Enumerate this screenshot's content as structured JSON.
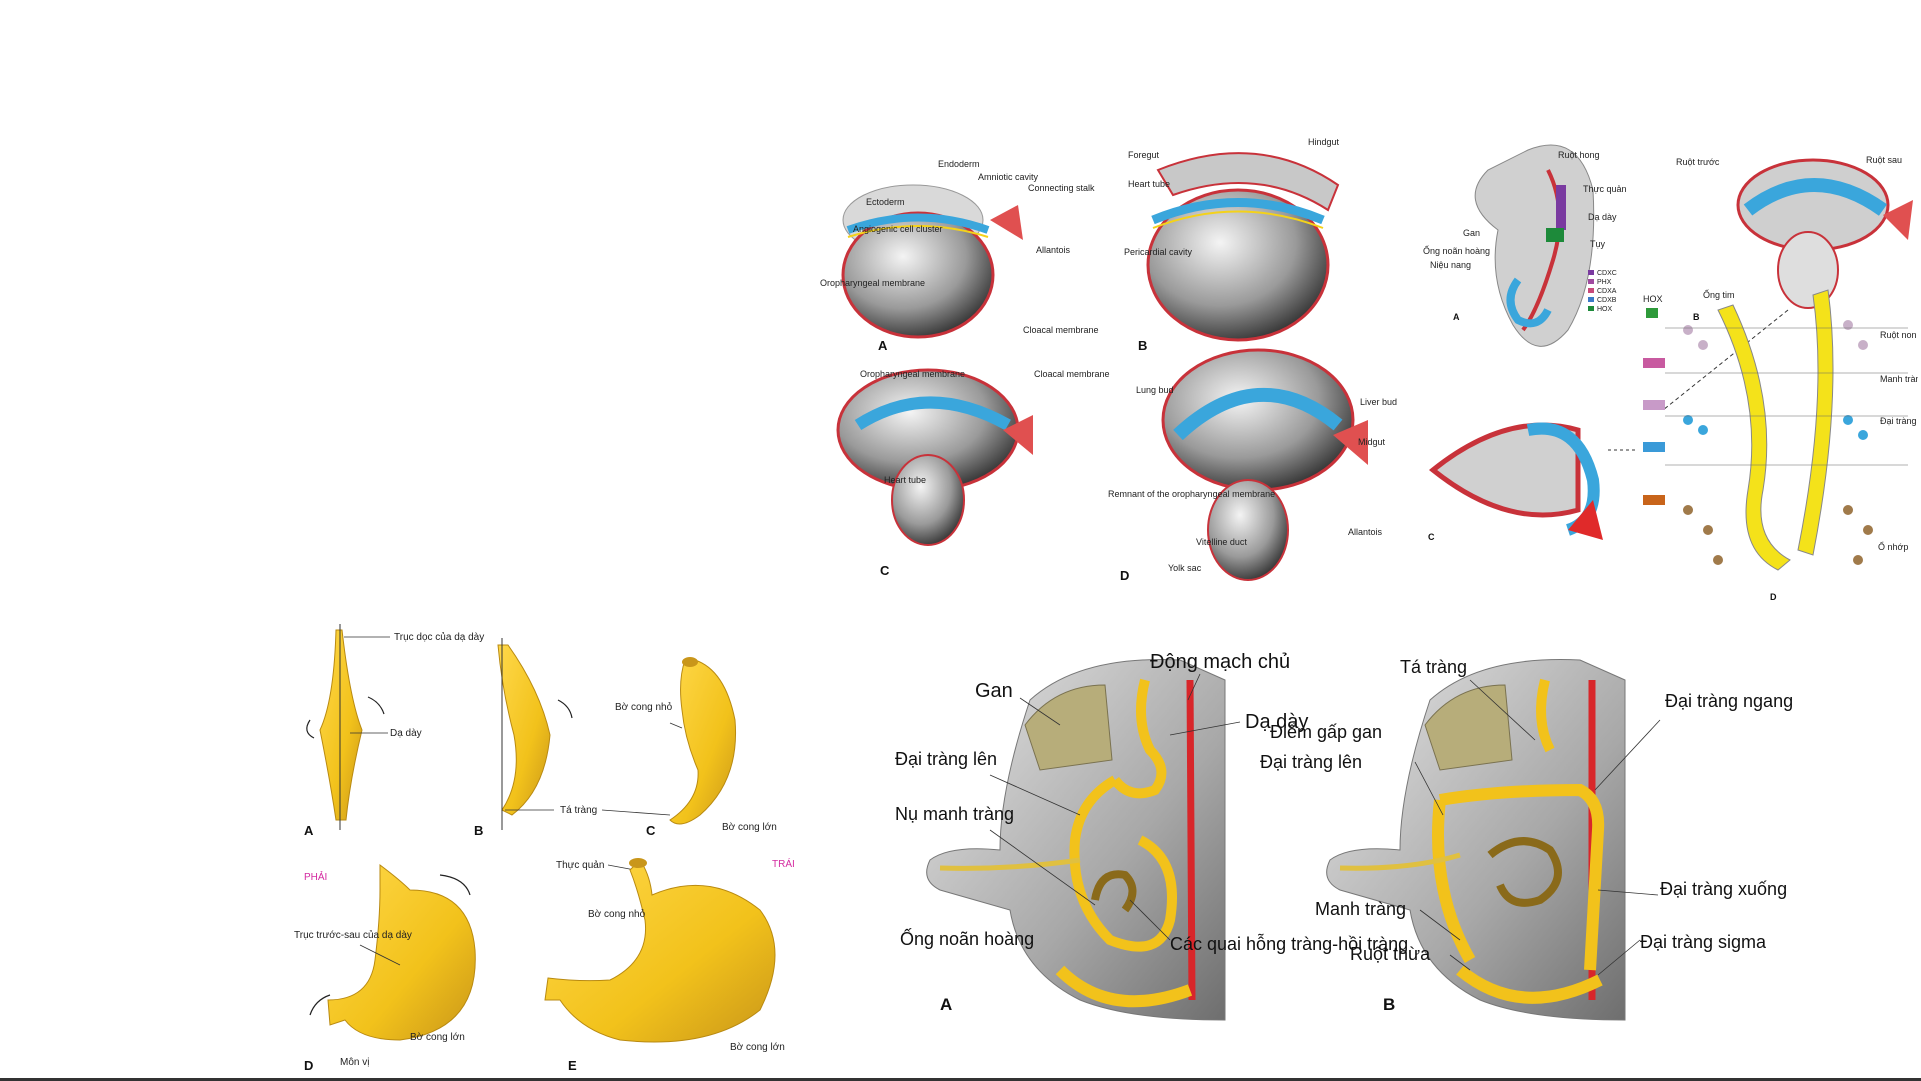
{
  "colors": {
    "stomach": "#f2c21b",
    "stomach_dark": "#c9961a",
    "endoderm": "#3aa6dc",
    "ectoderm": "#d8343a",
    "mesoderm_red": "#c8323a",
    "gut_yellow": "#f4d21a",
    "accent_magenta": "#d42aa0",
    "gray_shell": "#8a8a8a"
  },
  "panel_fold": {
    "labels": {
      "endoderm": "Endoderm",
      "amniotic": "Amniotic cavity",
      "ectoderm": "Ectoderm",
      "connecting": "Connecting stalk",
      "angiogenic": "Angiogenic cell cluster",
      "allantois": "Allantois",
      "oropharyngeal": "Oropharyngeal membrane",
      "cloacal": "Cloacal membrane",
      "hindgut": "Hindgut",
      "foregut": "Foregut",
      "heart_tube": "Heart tube",
      "pericardial": "Pericardial cavity",
      "oroph_c": "Oropharyngeal membrane",
      "cloacal_c": "Cloacal membrane",
      "heart_c": "Heart tube",
      "lung_bud": "Lung bud",
      "liver_bud": "Liver bud",
      "midgut": "Midgut",
      "remnant": "Remnant of the oropharyngeal membrane",
      "vitelline": "Vitelline duct",
      "allantois_d": "Allantois",
      "yolk_sac": "Yolk sac",
      "a": "A",
      "b": "B",
      "c": "C",
      "d": "D"
    }
  },
  "panel_hox": {
    "labels": {
      "ruot_hong": "Ruột hong",
      "thuc_quan": "Thực quản",
      "da_day": "Dạ dày",
      "gan": "Gan",
      "tuy": "Tụy",
      "ong_noan": "Ống noãn hoàng",
      "nieu_nang": "Niệu nang",
      "ruot_truoc": "Ruột trước",
      "ruot_sau": "Ruột sau",
      "ong_tim": "Ống tim",
      "hox": "HOX",
      "ruot_non": "Ruột non",
      "manh_trang": "Manh tràng",
      "dai_trang": "Đại tràng",
      "o_nhop": "Ổ nhớp",
      "a": "A",
      "b": "B",
      "c": "C",
      "d": "D"
    },
    "legend": [
      "CDXC",
      "PHX",
      "CDXA",
      "CDXB",
      "HOX"
    ]
  },
  "panel_stomach": {
    "labels": {
      "truc_doc": "Trục dọc của dạ dày",
      "da_day": "Dạ dày",
      "bo_cong_nho": "Bờ cong nhỏ",
      "ta_trang": "Tá tràng",
      "bo_cong_lon": "Bờ cong lớn",
      "phai": "PHẢI",
      "trai": "TRÁI",
      "thuc_quan": "Thực quản",
      "truc_truoc_sau": "Trục trước-sau của dạ dày",
      "bo_cong_nho_e": "Bờ cong nhỏ",
      "bo_cong_lon_d": "Bờ cong lớn",
      "mon_vi": "Môn vị",
      "bo_cong_lon_e": "Bờ cong lớn",
      "a": "A",
      "b": "B",
      "c": "C",
      "d": "D",
      "e": "E"
    }
  },
  "panel_gut": {
    "labels": {
      "gan": "Gan",
      "dong_mach_chu": "Động mạch chủ",
      "dai_trang_len_a": "Đại tràng lên",
      "da_day": "Dạ dày",
      "nu_manh_trang": "Nụ manh tràng",
      "ong_noan_hoang": "Ống noãn hoàng",
      "cac_quai": "Các quai hỗng tràng-hồi tràng",
      "a": "A",
      "ta_trang": "Tá tràng",
      "dai_trang_ngang": "Đại tràng ngang",
      "diem_gap_gan": "Điểm gấp gan",
      "dai_trang_len_b": "Đại tràng lên",
      "manh_trang": "Manh tràng",
      "dai_trang_xuong": "Đại tràng xuống",
      "ruot_thua": "Ruột thừa",
      "dai_trang_sigma": "Đại tràng sigma",
      "b": "B"
    }
  }
}
